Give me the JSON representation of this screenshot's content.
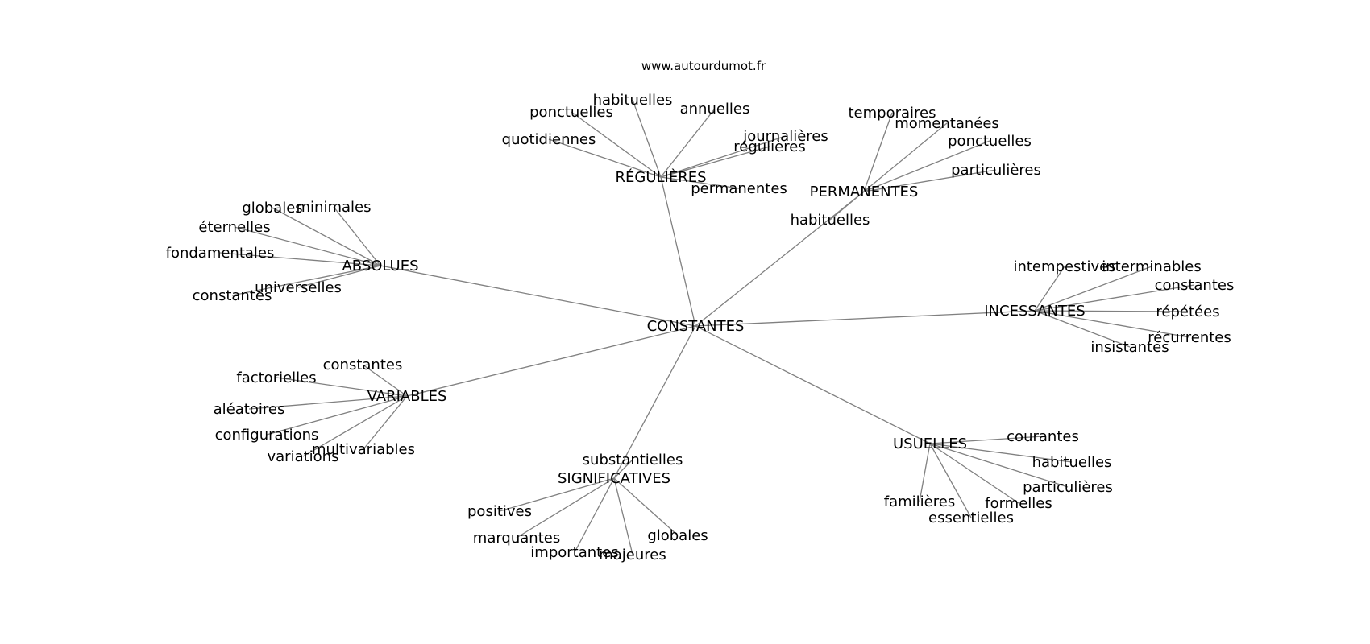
{
  "site": "www.autourdumot.fr",
  "center": {
    "id": "center",
    "label": "CONSTANTES"
  },
  "hubs": [
    {
      "id": "regulieres",
      "label": "RÉGULIÈRES",
      "words": [
        "habituelles",
        "ponctuelles",
        "annuelles",
        "quotidiennes",
        "journalières",
        "régulières",
        "permanentes"
      ]
    },
    {
      "id": "permanentes",
      "label": "PERMANENTES",
      "words": [
        "temporaires",
        "momentanées",
        "ponctuelles",
        "particulières",
        "habituelles"
      ]
    },
    {
      "id": "absolues",
      "label": "ABSOLUES",
      "words": [
        "globales",
        "minimales",
        "éternelles",
        "fondamentales",
        "universelles",
        "constantes"
      ]
    },
    {
      "id": "incessantes",
      "label": "INCESSANTES",
      "words": [
        "intempestives",
        "interminables",
        "constantes",
        "répétées",
        "récurrentes",
        "insistantes"
      ]
    },
    {
      "id": "variables",
      "label": "VARIABLES",
      "words": [
        "constantes",
        "factorielles",
        "aléatoires",
        "configurations",
        "multivariables",
        "variations"
      ]
    },
    {
      "id": "usuelles",
      "label": "USUELLES",
      "words": [
        "courantes",
        "habituelles",
        "particulières",
        "familières",
        "formelles",
        "essentielles"
      ]
    },
    {
      "id": "significatives",
      "label": "SIGNIFICATIVES",
      "words": [
        "substantielles",
        "positives",
        "marquantes",
        "globales",
        "importantes",
        "majeures"
      ]
    }
  ]
}
